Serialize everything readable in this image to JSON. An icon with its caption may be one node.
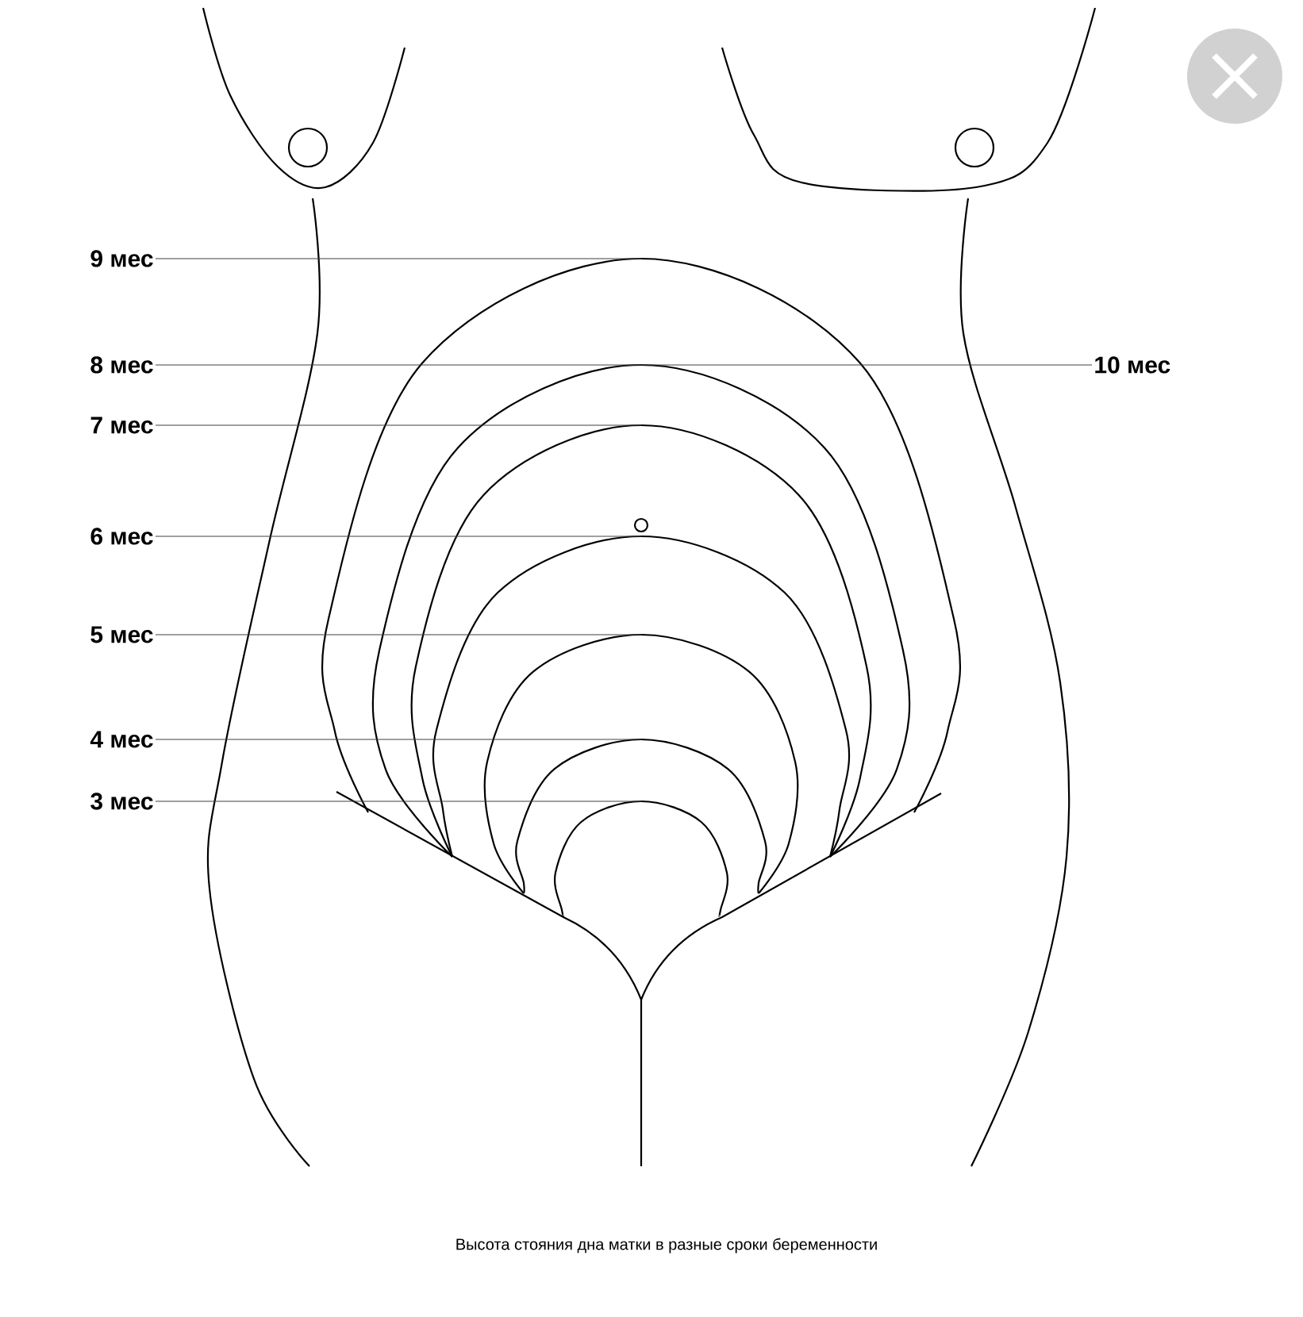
{
  "diagram": {
    "caption": "Высота стояния дна матки в разные сроки беременности",
    "nodes": [
      {
        "text": [
          "9 мес"
        ]
      },
      {
        "text": [
          "8 мес"
        ]
      },
      {
        "text": [
          "10 мес"
        ]
      },
      {
        "text": [
          "7 мес"
        ]
      },
      {
        "text": [
          "6 мес"
        ]
      },
      {
        "text": [
          "5 мес"
        ]
      },
      {
        "text": [
          "4 мес"
        ]
      },
      {
        "text": [
          "3 мес"
        ]
      }
    ],
    "edges": [
      {
        "from": 0,
        "to": null,
        "arrow": "none"
      },
      {
        "from": 1,
        "to": null,
        "arrow": "none"
      },
      {
        "from": 2,
        "to": null,
        "arrow": "none"
      },
      {
        "from": 3,
        "to": null,
        "arrow": "none"
      },
      {
        "from": 4,
        "to": null,
        "arrow": "none"
      },
      {
        "from": 5,
        "to": null,
        "arrow": "none"
      },
      {
        "from": 6,
        "to": null,
        "arrow": "none"
      },
      {
        "from": 7,
        "to": null,
        "arrow": "none"
      }
    ]
  }
}
